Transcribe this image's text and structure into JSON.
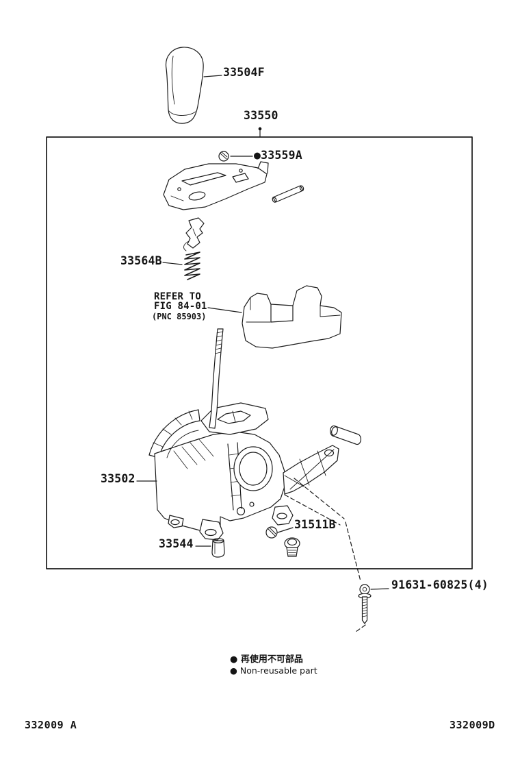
{
  "frame": {
    "assembly_number": "33550"
  },
  "parts": {
    "knob": "33504F",
    "plate_washer": "●33559A",
    "spring": "33564B",
    "housing": "33502",
    "cap": "33544",
    "bolt": "31511B",
    "screw": "91631-60825(4)"
  },
  "refer_note": {
    "line1": "REFER TO",
    "line2": "FIG 84-01",
    "line3": "(PNC 85903)"
  },
  "legend": {
    "jp": "● 再使用不可部品",
    "en": "● Non-reusable part"
  },
  "footer": {
    "left": "332009 A",
    "right": "332009D"
  }
}
